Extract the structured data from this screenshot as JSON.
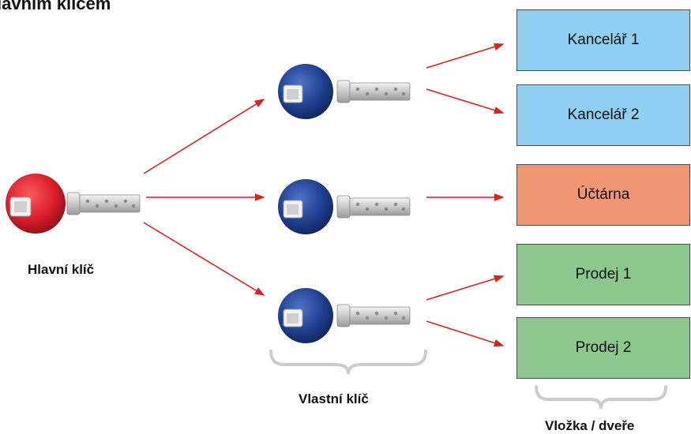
{
  "title": "lavním klíčem",
  "master_key": {
    "label": "Hlavní klíč",
    "color": "#d81e2a"
  },
  "own_key": {
    "label": "Vlastní klíč",
    "color": "#1f3f8f"
  },
  "cylinder": {
    "label": "Vložka / dveře"
  },
  "arrow_color": "#e02020",
  "brace_color": "#cccccc",
  "doors": [
    {
      "label": "Kancelář 1",
      "color": "#8fd0f2"
    },
    {
      "label": "Kancelář 2",
      "color": "#8fd0f2"
    },
    {
      "label": "Účtárna",
      "color": "#f09672"
    },
    {
      "label": "Prodej 1",
      "color": "#8cc78d"
    },
    {
      "label": "Prodej 2",
      "color": "#8cc78d"
    }
  ]
}
